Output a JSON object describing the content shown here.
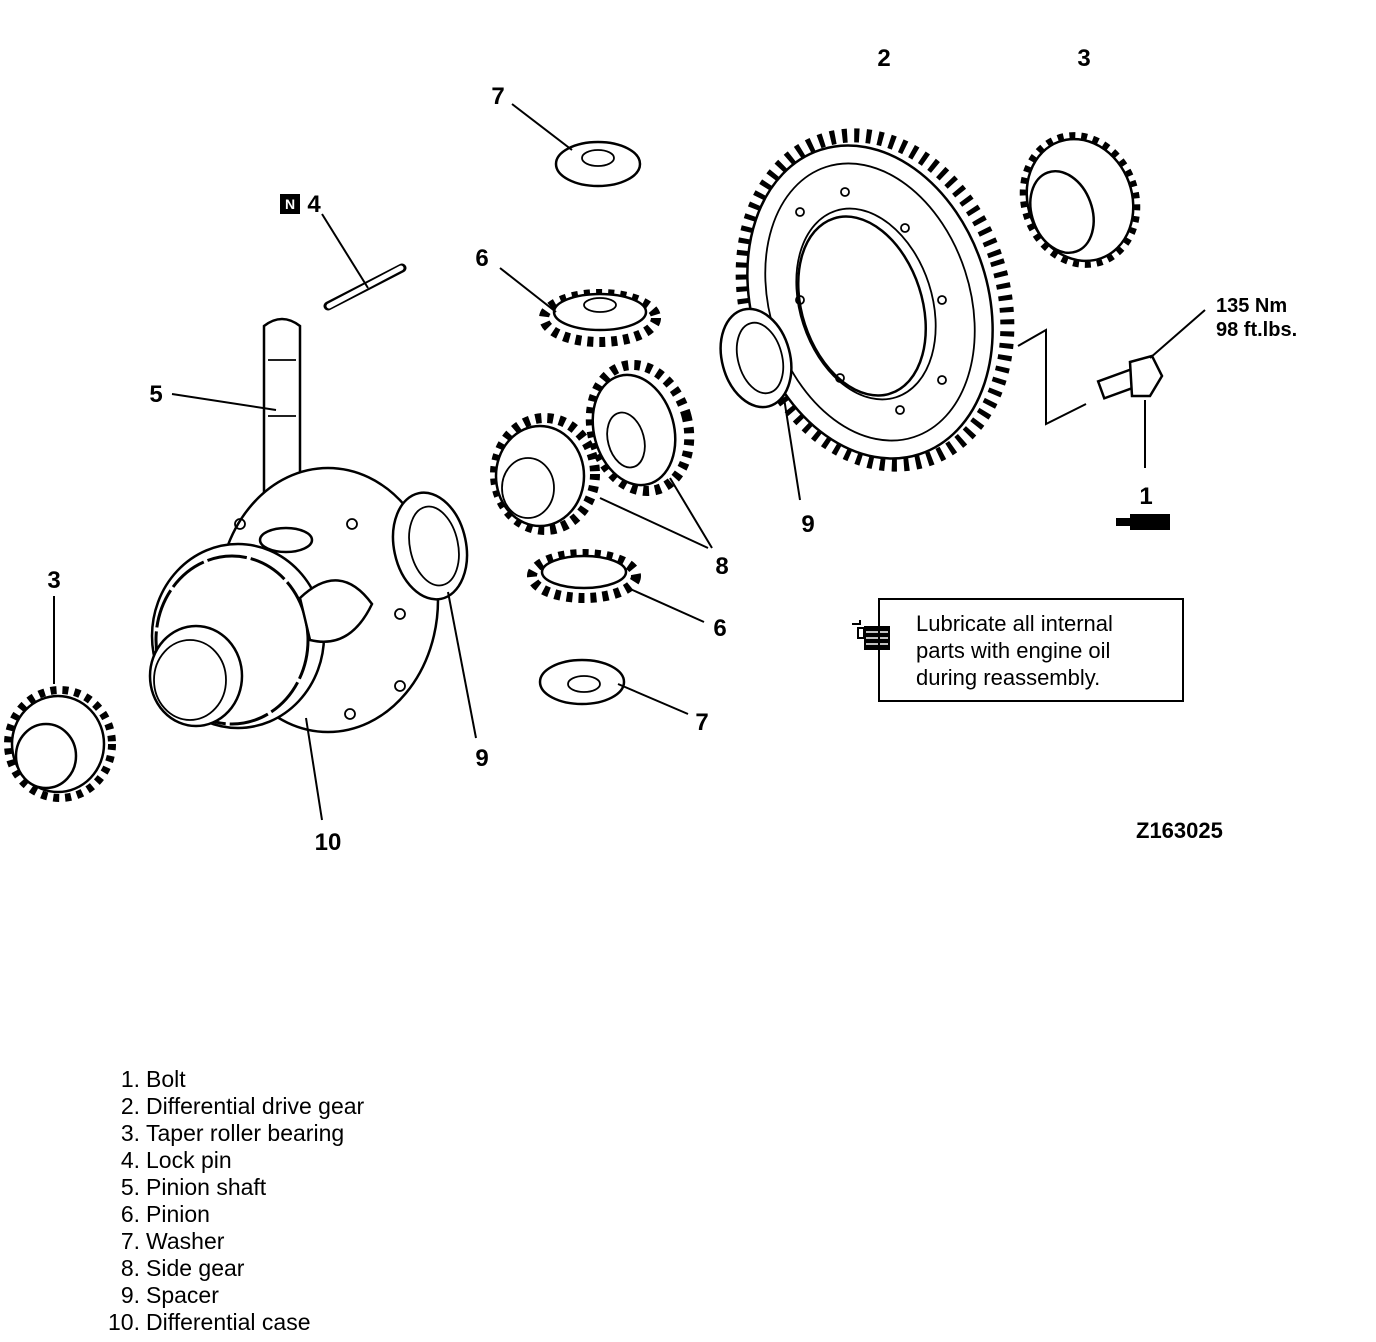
{
  "callouts": {
    "c1": "1",
    "c2": "2",
    "c3a": "3",
    "c3b": "3",
    "c4": "4",
    "c5": "5",
    "c6a": "6",
    "c6b": "6",
    "c7a": "7",
    "c7b": "7",
    "c8": "8",
    "c9a": "9",
    "c9b": "9",
    "c10": "10"
  },
  "new_part_badge": "N",
  "torque": {
    "metric": "135 Nm",
    "imperial": "98 ft.lbs."
  },
  "note": {
    "lines": [
      "Lubricate all internal",
      "parts with engine oil",
      "during reassembly."
    ],
    "icon": "oil-can-icon"
  },
  "figure_id": "Z163025",
  "legend": [
    {
      "num": "1.",
      "label": "Bolt"
    },
    {
      "num": "2.",
      "label": "Differential drive gear"
    },
    {
      "num": "3.",
      "label": "Taper roller bearing"
    },
    {
      "num": "4.",
      "label": "Lock pin"
    },
    {
      "num": "5.",
      "label": "Pinion shaft"
    },
    {
      "num": "6.",
      "label": "Pinion"
    },
    {
      "num": "7.",
      "label": "Washer"
    },
    {
      "num": "8.",
      "label": "Side gear"
    },
    {
      "num": "9.",
      "label": "Spacer"
    },
    {
      "num": "10.",
      "label": "Differential case"
    }
  ]
}
